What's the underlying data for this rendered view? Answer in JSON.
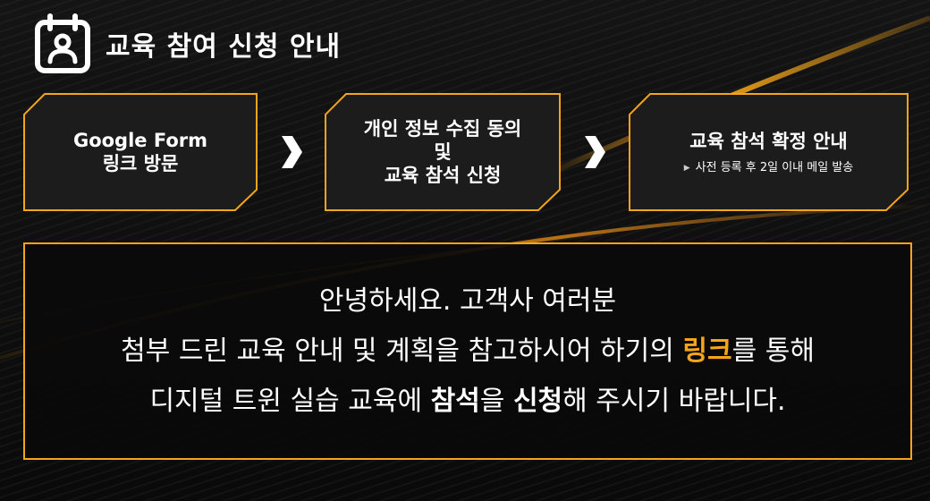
{
  "header": {
    "icon": "id-card-calendar-icon",
    "title": "교육 참여 신청 안내"
  },
  "steps": [
    {
      "title": "Google Form\n링크 방문",
      "sub": ""
    },
    {
      "title": "개인 정보 수집 동의\n및\n교육 참석 신청",
      "sub": ""
    },
    {
      "title": "교육 참석 확정 안내",
      "sub": "사전 등록 후 2일 이내 메일 발송"
    }
  ],
  "arrows": [
    "chevron-right-icon",
    "chevron-right-icon"
  ],
  "message": {
    "line1": "안녕하세요. 고객사 여러분",
    "line2_a": "첨부 드린 교육 안내 및 계획을 참고하시어 하기의 ",
    "line2_hl": "링크",
    "line2_b": "를 통해",
    "line3_a": "디지털 트윈 실습 교육에 ",
    "line3_b1": "참석",
    "line3_c": "을 ",
    "line3_b2": "신청",
    "line3_d": "해 주시기 바랍니다."
  },
  "colors": {
    "accent": "#f5a51a",
    "box": "#1c1c1c",
    "background": "#0b0b0b",
    "text": "#ffffff"
  }
}
